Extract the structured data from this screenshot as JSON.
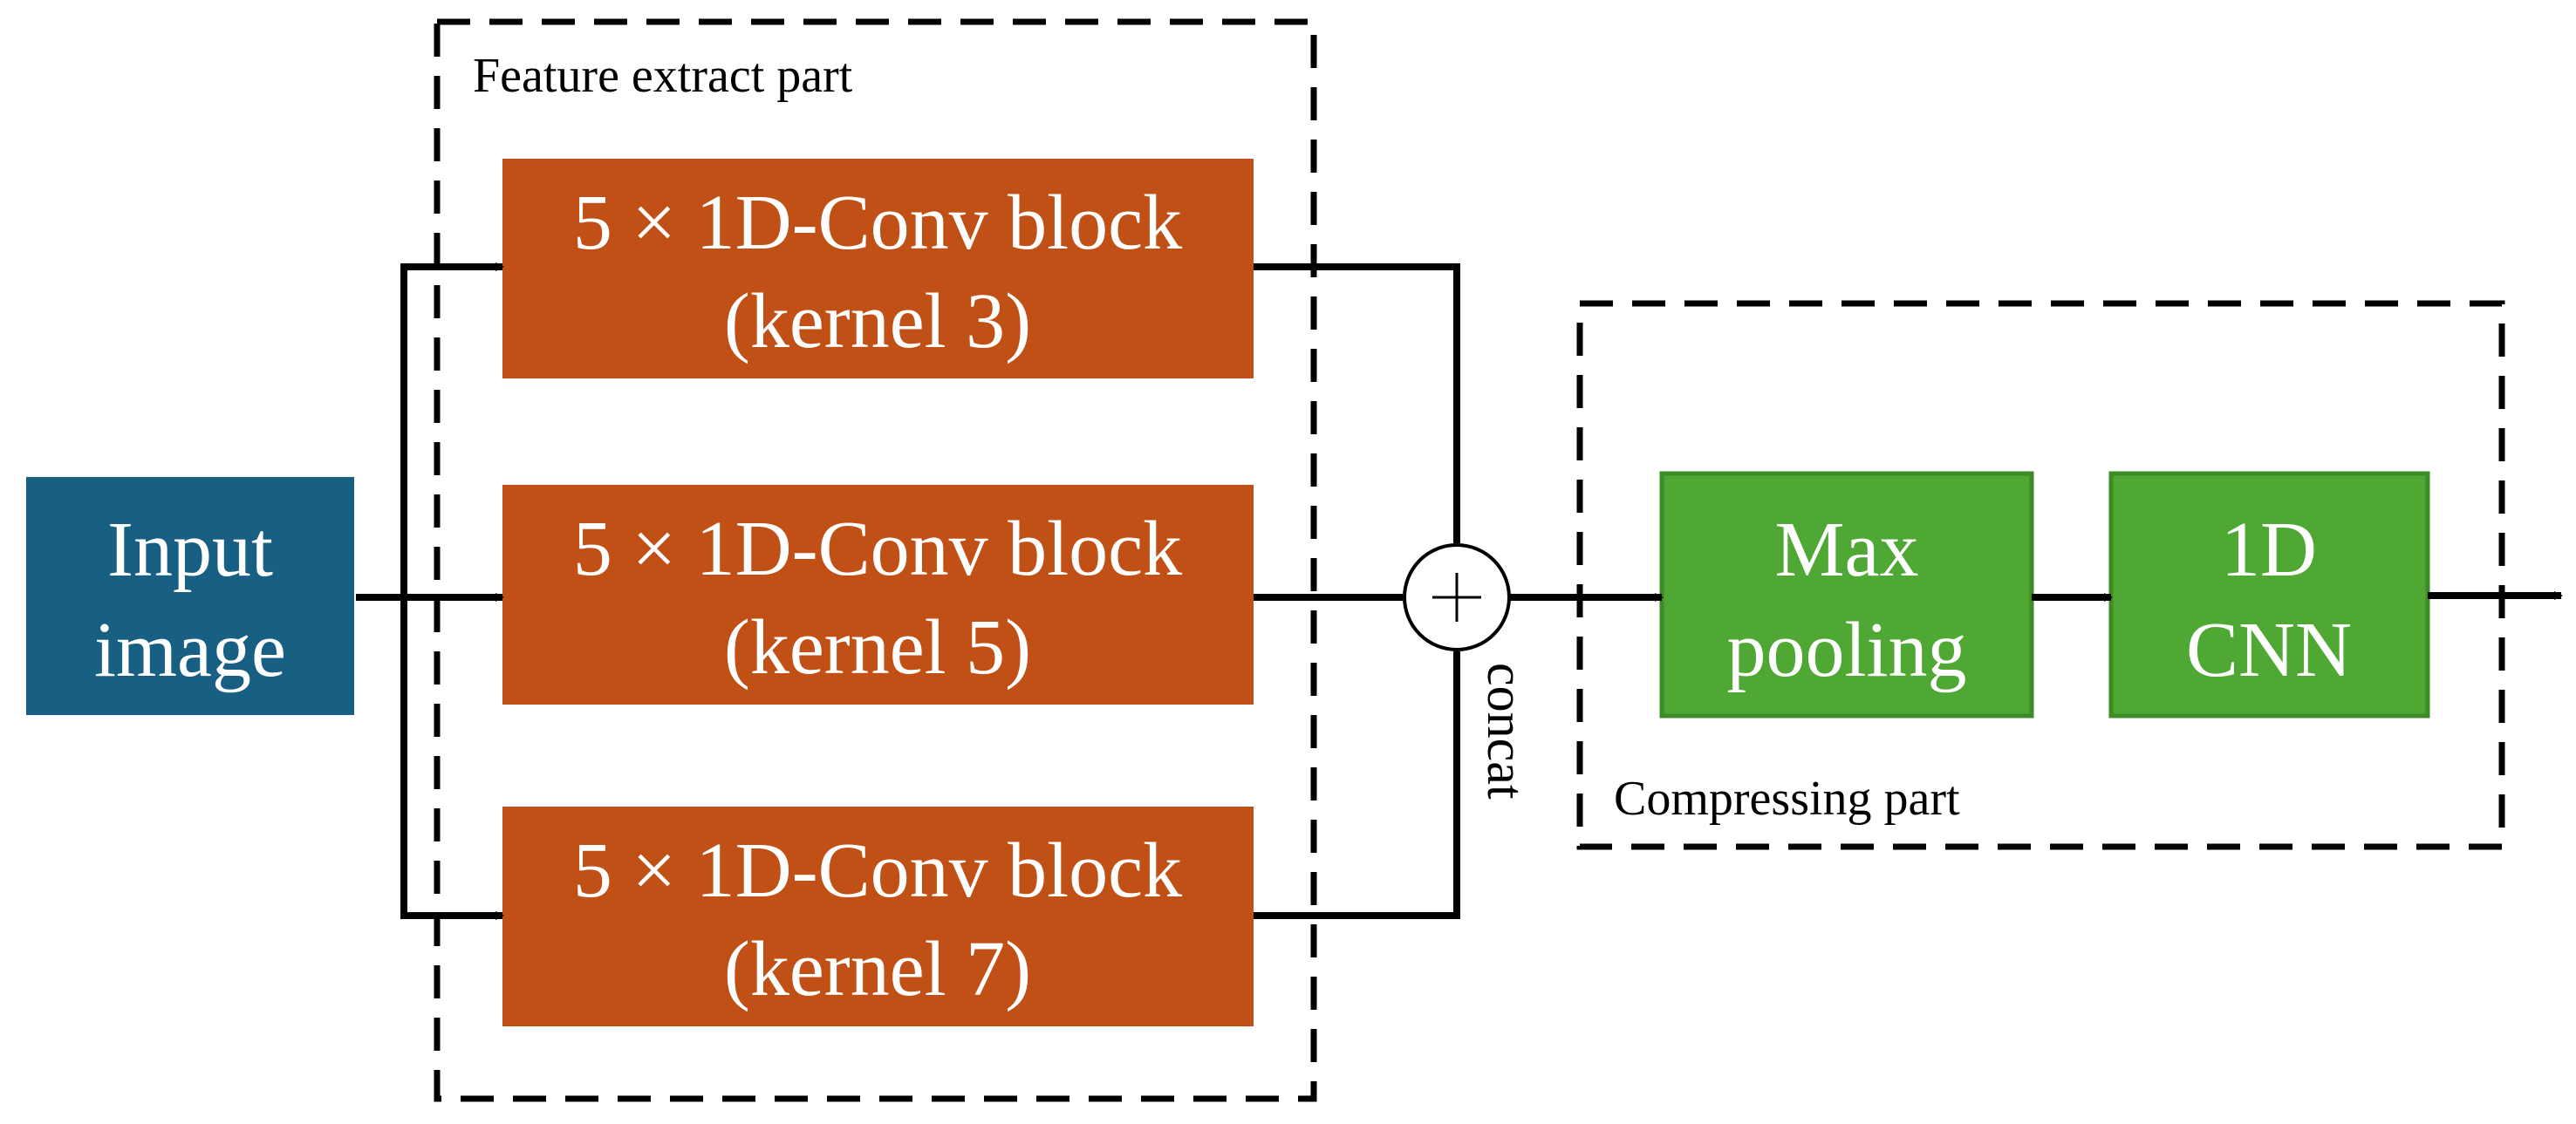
{
  "groups": {
    "feature": {
      "label": "Feature extract part"
    },
    "compress": {
      "label": "Compressing part"
    }
  },
  "nodes": {
    "input": {
      "line1": "Input",
      "line2": "image",
      "color": "#176083"
    },
    "conv3": {
      "line1": "5 × 1D-Conv block",
      "line2": "(kernel 3)",
      "color": "#C05015"
    },
    "conv5": {
      "line1": "5 × 1D-Conv block",
      "line2": "(kernel 5)",
      "color": "#C05015"
    },
    "conv7": {
      "line1": "5 × 1D-Conv block",
      "line2": "(kernel 7)",
      "color": "#C05015"
    },
    "maxpool": {
      "line1": "Max",
      "line2": "pooling",
      "color": "#4FA833"
    },
    "cnn": {
      "line1": "1D",
      "line2": "CNN",
      "color": "#4FA833"
    }
  },
  "concat": {
    "symbol": "+",
    "label": "concat"
  }
}
